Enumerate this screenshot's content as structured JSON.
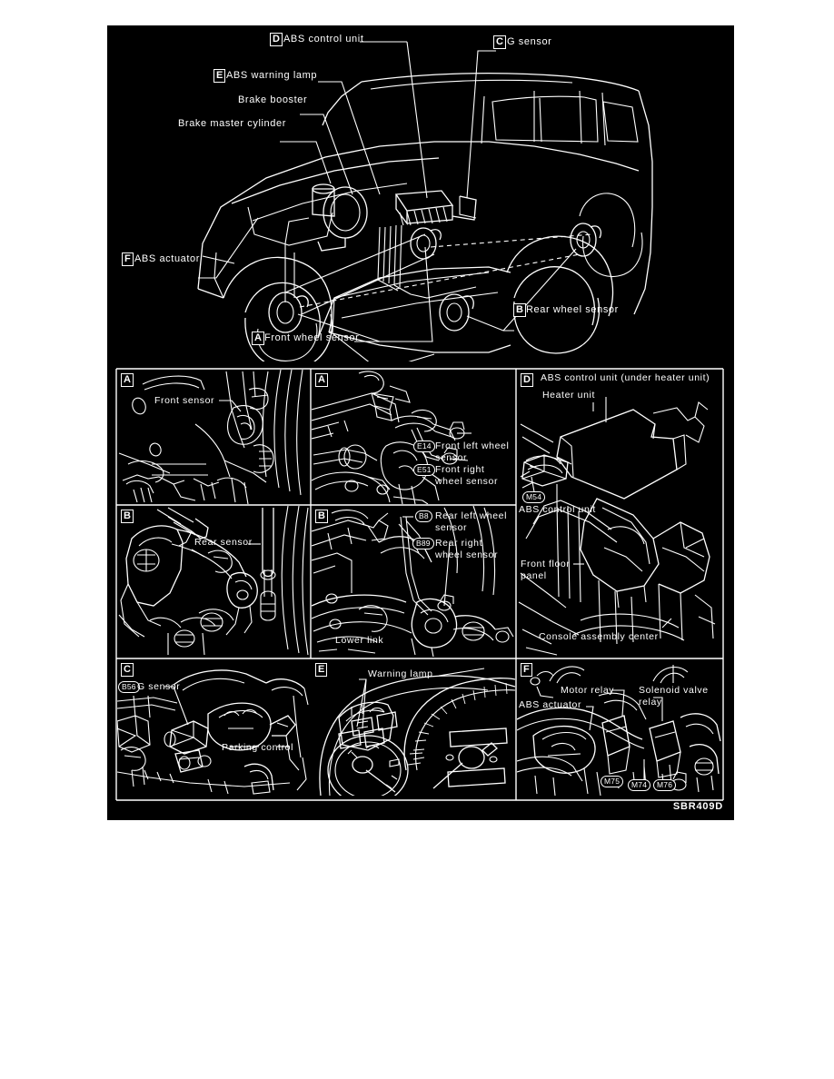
{
  "document": {
    "figure_code": "SBR409D",
    "background": "#000000",
    "ink": "#ffffff"
  },
  "main_diagram": {
    "title": "ABS component location — vehicle overview",
    "callouts": [
      {
        "key": "D",
        "label": "ABS control unit"
      },
      {
        "key": "C",
        "label": "G sensor"
      },
      {
        "key": "E",
        "label": "ABS warning lamp"
      },
      {
        "key": "",
        "label": "Brake booster"
      },
      {
        "key": "",
        "label": "Brake master cylinder"
      },
      {
        "key": "F",
        "label": "ABS actuator"
      },
      {
        "key": "A",
        "label": "Front wheel sensor"
      },
      {
        "key": "B",
        "label": "Rear wheel sensor"
      }
    ]
  },
  "panels": [
    {
      "key": "A",
      "name": "front-sensor-wheel-view",
      "labels": [
        {
          "text": "Front sensor",
          "connector": ""
        }
      ]
    },
    {
      "key": "A",
      "name": "front-wheel-sensor-connectors",
      "labels": [
        {
          "text": "Front left wheel sensor",
          "connector": "E14"
        },
        {
          "text": "Front right wheel sensor",
          "connector": "E51"
        }
      ]
    },
    {
      "key": "D",
      "name": "abs-control-unit",
      "title": "ABS control unit (under heater unit)",
      "labels": [
        {
          "text": "Heater unit",
          "connector": ""
        },
        {
          "text": "ABS control unit",
          "connector": "M54"
        },
        {
          "text": "Front floor panel",
          "connector": ""
        },
        {
          "text": "Console assembly center",
          "connector": ""
        }
      ]
    },
    {
      "key": "B",
      "name": "rear-sensor-wheel-view",
      "labels": [
        {
          "text": "Rear sensor",
          "connector": ""
        }
      ]
    },
    {
      "key": "B",
      "name": "rear-wheel-sensor-connectors",
      "labels": [
        {
          "text": "Rear left wheel sensor",
          "connector": "B8"
        },
        {
          "text": "Rear right wheel sensor",
          "connector": "B89"
        },
        {
          "text": "Lower link",
          "connector": ""
        }
      ]
    },
    {
      "key": "C",
      "name": "g-sensor",
      "labels": [
        {
          "text": "G sensor",
          "connector": "B56"
        },
        {
          "text": "Parking control",
          "connector": ""
        }
      ]
    },
    {
      "key": "E",
      "name": "abs-warning-lamp-cluster",
      "labels": [
        {
          "text": "Warning lamp",
          "connector": ""
        }
      ]
    },
    {
      "key": "F",
      "name": "abs-actuator-relays",
      "labels": [
        {
          "text": "Motor relay",
          "connector": ""
        },
        {
          "text": "ABS actuator",
          "connector": ""
        },
        {
          "text": "Solenoid valve relay",
          "connector": ""
        },
        {
          "text": "",
          "connector": "M75"
        },
        {
          "text": "",
          "connector": "M74"
        },
        {
          "text": "",
          "connector": "M76"
        }
      ]
    }
  ]
}
